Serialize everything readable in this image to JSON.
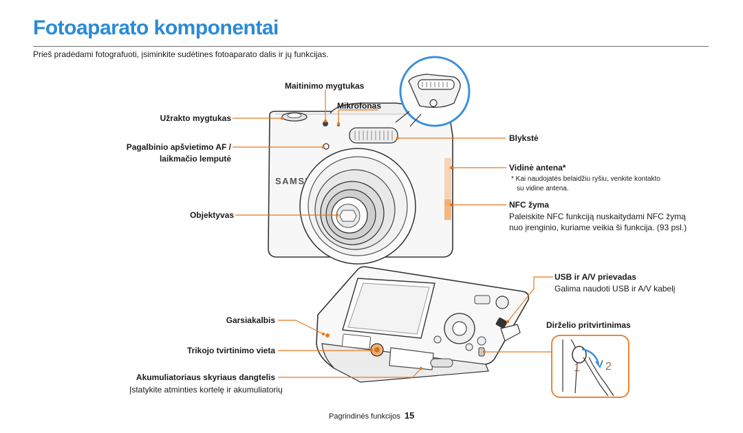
{
  "page": {
    "title": "Fotoaparato komponentai",
    "intro": "Prieš pradėdami fotografuoti, įsiminkite sudėtines fotoaparato dalis ir jų funkcijas."
  },
  "front_labels": {
    "power_button": "Maitinimo mygtukas",
    "microphone": "Mikrofonas",
    "shutter_button": "Užrakto mygtukas",
    "af_lamp_line1": "Pagalbinio apšvietimo AF /",
    "af_lamp_line2": "laikmačio lemputė",
    "lens": "Objektyvas",
    "flash": "Blykstė",
    "antenna": "Vidinė antena*",
    "antenna_note_line1": "* Kai naudojatės belaidžiu ryšiu, venkite kontakto",
    "antenna_note_line2": "su vidine antena.",
    "nfc": "NFC žyma",
    "nfc_desc_line1": "Paleiskite NFC funkciją nuskaitydami NFC žymą",
    "nfc_desc_line2": "nuo įrenginio, kuriame veikia ši funkcija. (93 psl.)"
  },
  "bottom_labels": {
    "speaker": "Garsiakalbis",
    "tripod": "Trikojo tvirtinimo vieta",
    "battery_cover": "Akumuliatoriaus skyriaus dangtelis",
    "battery_desc": "Įstatykite atminties kortelę ir akumuliatorių",
    "usb": "USB ir A/V prievadas",
    "usb_desc": "Galima naudoti USB ir A/V kabelį",
    "strap": "Dirželio pritvirtinimas"
  },
  "camera": {
    "brand": "SAMSUNG",
    "strap_step_1": "1",
    "strap_step_2": "2"
  },
  "footer": {
    "section": "Pagrindinės funkcijos",
    "page_number": "15"
  },
  "colors": {
    "title": "#2a8ad6",
    "leader": "#e8781e",
    "zoom_circle": "#3d8fdc"
  }
}
